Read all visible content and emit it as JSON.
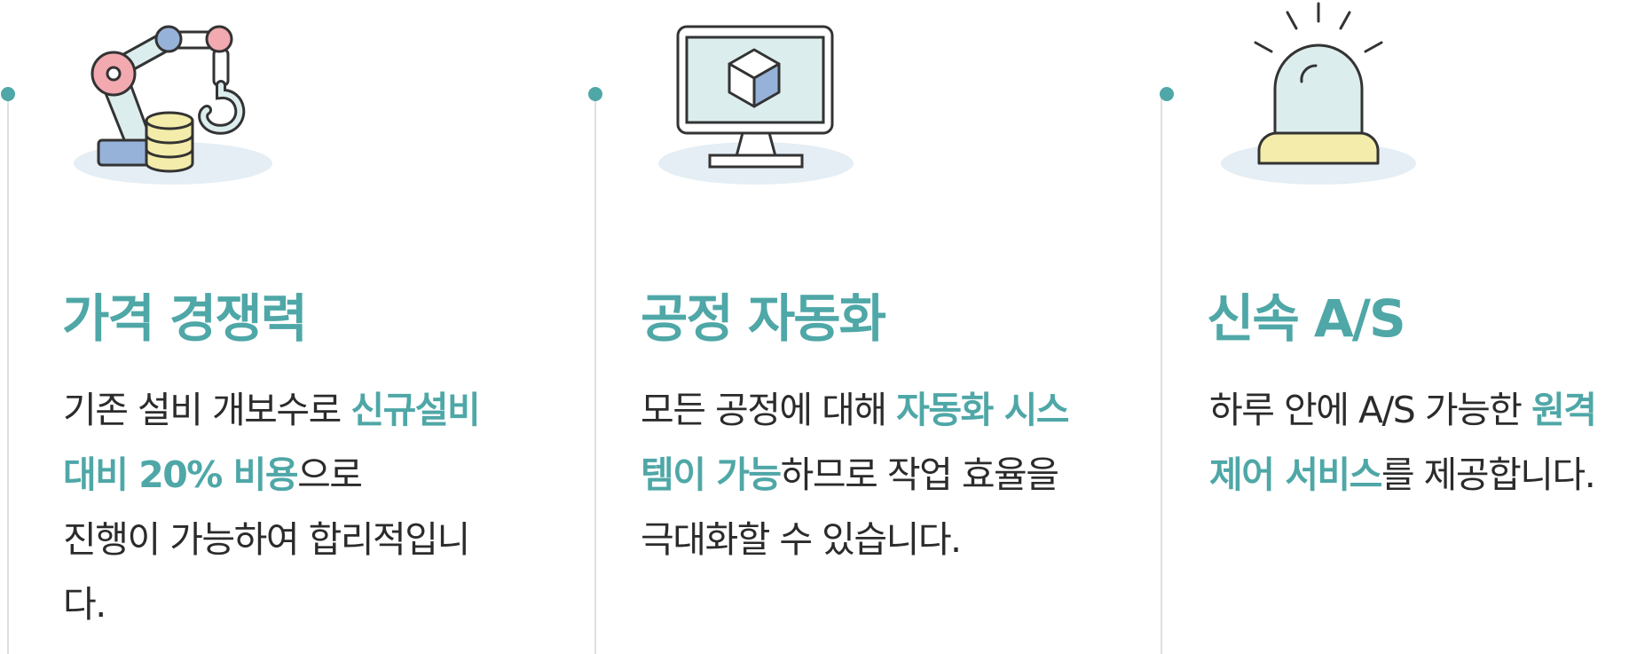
{
  "features": [
    {
      "title": "가격 경쟁력",
      "desc": {
        "l1_a": "기존 설비 개보수로 ",
        "l1_b": "신규설비",
        "l2_a": "대비 20% 비용",
        "l2_b": "으로",
        "l3": "진행이 가능하여 합리적입니",
        "l4": "다."
      }
    },
    {
      "title": "공정 자동화",
      "desc": {
        "l1_a": "모든 공정에 대해 ",
        "l1_b": "자동화 시스",
        "l2_a": "템이 가능",
        "l2_b": "하므로 작업 효율을",
        "l3": "극대화할 수 있습니다."
      }
    },
    {
      "title": "신속 A/S",
      "desc": {
        "l1_a": "하루 안에 A/S 가능한 ",
        "l1_b": "원격",
        "l2_a": "제어 서비스",
        "l2_b": "를 제공합니다."
      }
    }
  ],
  "colors": {
    "accent": "#4fa7a7",
    "text": "#2b2b2b",
    "divider": "#dde0e0",
    "icon_pink": "#f2a9b0",
    "icon_blue": "#97b2d8",
    "icon_yellow": "#f3ecaa",
    "icon_mint": "#dcedee",
    "icon_shadow": "#e4eef4"
  },
  "icons": [
    "robot-arm-icon",
    "monitor-cube-icon",
    "alarm-light-icon"
  ]
}
